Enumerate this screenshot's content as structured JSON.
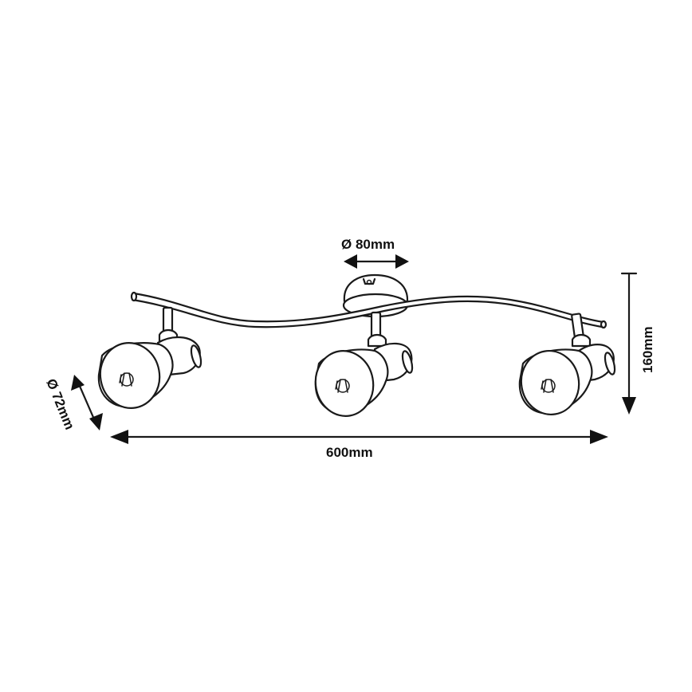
{
  "dimensions": {
    "canopy_diameter": "Ø 80mm",
    "shade_diameter": "Ø 72mm",
    "height": "160mm",
    "length": "600mm"
  },
  "spotlight_count": 3,
  "colors": {
    "line": "#1a1a1a",
    "background": "#ffffff"
  }
}
